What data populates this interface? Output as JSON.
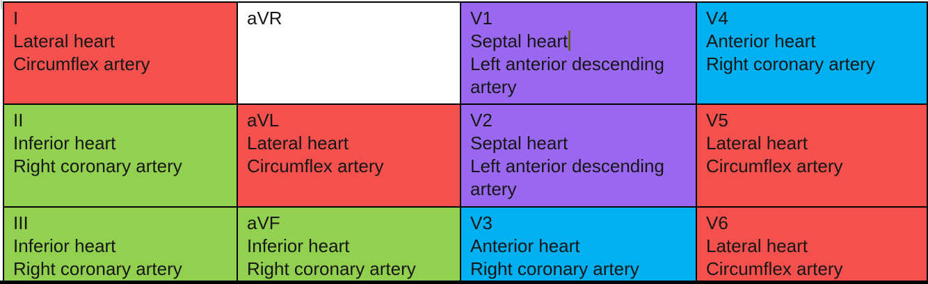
{
  "title": "ECG lead regions and coronary arteries table",
  "colors": {
    "red": "#f4514e",
    "green": "#92d050",
    "purple": "#9a68f0",
    "blue": "#00b0f0",
    "white": "#ffffff",
    "border": "#000000",
    "caret": "#5e641f"
  },
  "cells": [
    {
      "lead": "I",
      "region": "Lateral heart",
      "artery": "Circumflex artery"
    },
    {
      "lead": "aVR",
      "region": "",
      "artery": ""
    },
    {
      "lead": "V1",
      "region": "Septal heart",
      "artery": "Left anterior descending artery",
      "has_text_cursor": true
    },
    {
      "lead": "V4",
      "region": "Anterior heart",
      "artery": "Right coronary artery"
    },
    {
      "lead": "II",
      "region": "Inferior heart",
      "artery": "Right coronary artery"
    },
    {
      "lead": "aVL",
      "region": "Lateral heart",
      "artery": "Circumflex artery"
    },
    {
      "lead": "V2",
      "region": "Septal heart",
      "artery": "Left anterior descending artery"
    },
    {
      "lead": "V5",
      "region": "Lateral heart",
      "artery": "Circumflex artery"
    },
    {
      "lead": "III",
      "region": "Inferior heart",
      "artery": "Right coronary artery"
    },
    {
      "lead": "aVF",
      "region": "Inferior heart",
      "artery": "Right coronary artery"
    },
    {
      "lead": "V3",
      "region": "Anterior heart",
      "artery": "Right coronary artery"
    },
    {
      "lead": "V6",
      "region": "Lateral heart",
      "artery": "Circumflex artery"
    }
  ]
}
